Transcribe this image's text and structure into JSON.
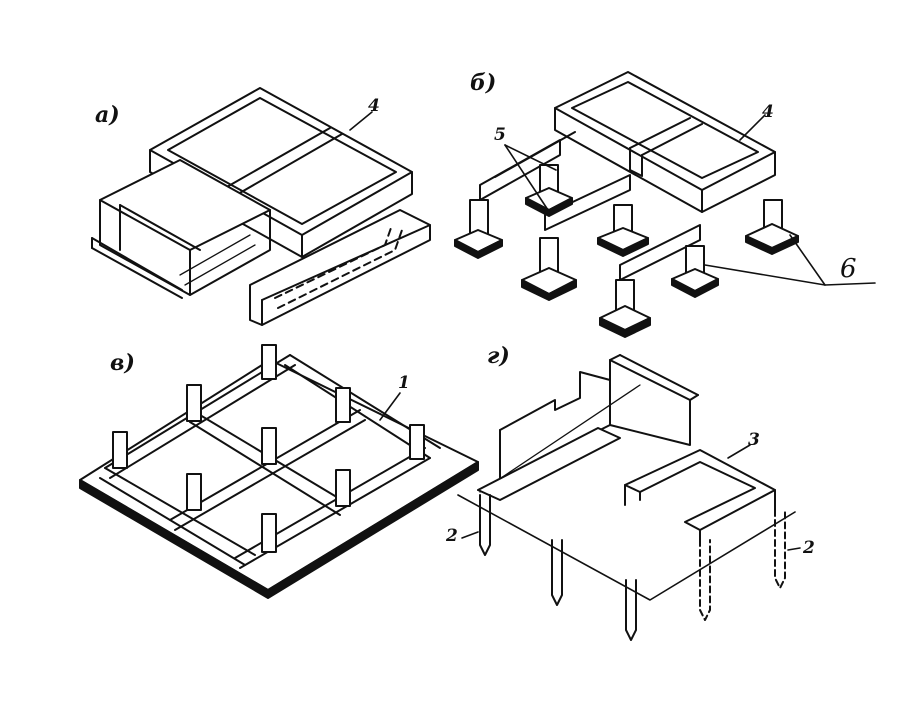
{
  "panels": {
    "a": {
      "label": "а)"
    },
    "b": {
      "label": "б)"
    },
    "v": {
      "label": "в)"
    },
    "g": {
      "label": "г)"
    }
  },
  "callouts": {
    "n1": "1",
    "n2_left": "2",
    "n2_right": "2",
    "n3": "3",
    "n4_a": "4",
    "n4_b": "4",
    "n5": "5",
    "n6": "6"
  },
  "colors": {
    "ink": "#111111",
    "paper": "#ffffff",
    "slab_edge": "#1a1a1a"
  }
}
